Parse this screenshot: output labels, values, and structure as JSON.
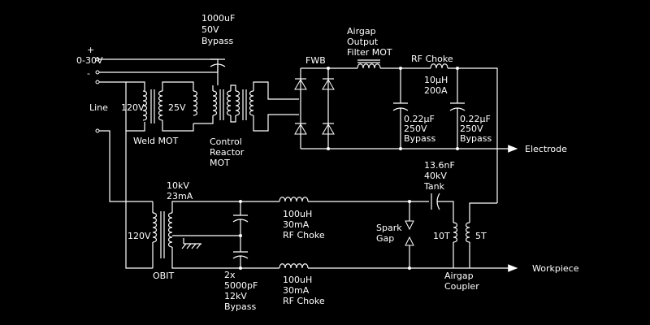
{
  "supply": {
    "plus": "+",
    "minus": "-",
    "range": "0-30V"
  },
  "line_label": "Line",
  "weld_mot": {
    "primary": "120V",
    "secondary": "25V",
    "name": "Weld MOT"
  },
  "bypass_cap": {
    "line1": "1000uF",
    "line2": "50V",
    "line3": "Bypass"
  },
  "control_reactor": {
    "line1": "Control",
    "line2": "Reactor",
    "line3": "MOT"
  },
  "fwb": "FWB",
  "filter_mot": {
    "line1": "Airgap",
    "line2": "Output",
    "line3": "Filter MOT"
  },
  "rf_choke_top": {
    "title": "RF Choke",
    "line1": "10µH",
    "line2": "200A"
  },
  "bypass1": {
    "line1": "0.22µF",
    "line2": "250V",
    "line3": "Bypass"
  },
  "bypass2": {
    "line1": "0.22µF",
    "line2": "250V",
    "line3": "Bypass"
  },
  "electrode": "Electrode",
  "obit": {
    "v1": "10kV",
    "v2": "23mA",
    "primary": "120V",
    "name": "OBIT"
  },
  "hv_caps": {
    "line1": "2x",
    "line2": "5000pF",
    "line3": "12kV",
    "line4": "Bypass"
  },
  "choke_upper": {
    "line1": "100uH",
    "line2": "30mA",
    "line3": "RF Choke"
  },
  "choke_lower": {
    "line1": "100uH",
    "line2": "30mA",
    "line3": "RF Choke"
  },
  "tank": {
    "line1": "13.6nF",
    "line2": "40kV",
    "line3": "Tank"
  },
  "spark_gap": {
    "line1": "Spark",
    "line2": "Gap"
  },
  "coupler": {
    "primary": "10T",
    "secondary": "5T",
    "line1": "Airgap",
    "line2": "Coupler"
  },
  "workpiece": "Workpiece"
}
